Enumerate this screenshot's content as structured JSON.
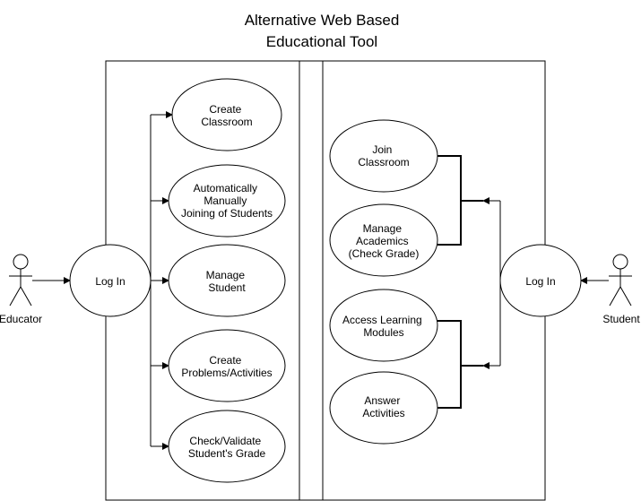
{
  "title_lines": [
    "Alternative Web Based",
    "Educational Tool"
  ],
  "actors": {
    "educator": "Educator",
    "student": "Student"
  },
  "educator_login": [
    "Log In"
  ],
  "student_login": [
    "Log In"
  ],
  "educator_use_cases": [
    {
      "id": "create-classroom",
      "lines": [
        "Create",
        "Classroom"
      ]
    },
    {
      "id": "joining-of-students",
      "lines": [
        "Automatically",
        "Manually",
        "Joining of Students"
      ]
    },
    {
      "id": "manage-student",
      "lines": [
        "Manage",
        "Student"
      ]
    },
    {
      "id": "create-problems-activities",
      "lines": [
        "Create",
        "Problems/Activities"
      ]
    },
    {
      "id": "check-validate-grade",
      "lines": [
        "Check/Validate",
        "Student's Grade"
      ]
    }
  ],
  "student_use_cases": [
    {
      "id": "join-classroom",
      "lines": [
        "Join",
        "Classroom"
      ]
    },
    {
      "id": "manage-academics",
      "lines": [
        "Manage",
        "Academics",
        "(Check Grade)"
      ]
    },
    {
      "id": "access-learning-modules",
      "lines": [
        "Access Learning",
        "Modules"
      ]
    },
    {
      "id": "answer-activities",
      "lines": [
        "Answer",
        "Activities"
      ]
    }
  ]
}
